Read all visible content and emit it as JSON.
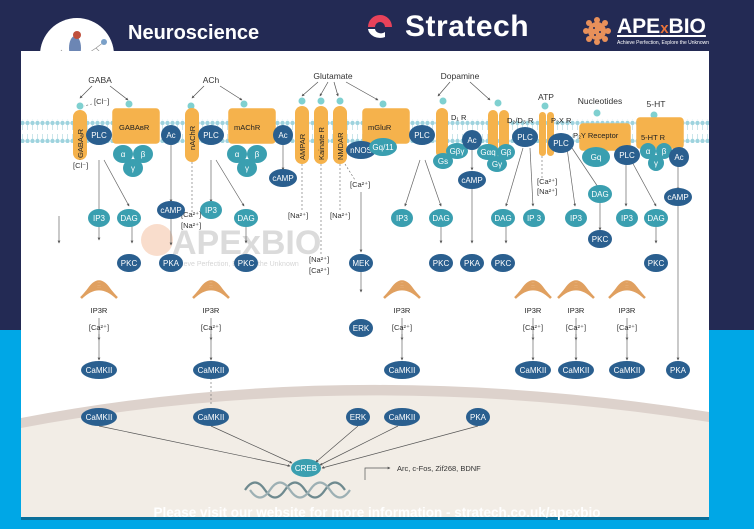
{
  "header": {
    "title": "Neuroscience",
    "brand": "Stratech",
    "partner": {
      "name_a": "APE",
      "name_x": "x",
      "name_b": "BIO",
      "tagline": "Achieve Perfection, Explore the Unknown"
    }
  },
  "footer": {
    "text": "Please visit our website for more information - stratech.co.uk/apexbio"
  },
  "colors": {
    "navy": "#232a54",
    "cyan": "#00a7e6",
    "dark_node": "#2a5f8f",
    "teal_node": "#3a9fb0",
    "receptor": "#f5b24c",
    "brand_red": "#e8425a"
  },
  "ligands": {
    "gaba": "GABA",
    "ach": "ACh",
    "glutamate": "Glutamate",
    "dopamine": "Dopamine",
    "atp": "ATP",
    "nucleotides": "Nucleotides",
    "serotonin": "5-HT"
  },
  "receptors": {
    "gabaa": "GABAₐR",
    "gabab": "GABAʙR",
    "nachr": "nAChR",
    "machr": "mAChR",
    "ampar": "AMPAR",
    "kainate": "Kainate R",
    "nmdar": "NMDAR",
    "mglur": "mGluR",
    "d1": "D₁ R",
    "d2": "D₂/D₃ R",
    "p2x": "P₂X R",
    "p2y": "P₂Y Receptor",
    "ht": "5-HT R"
  },
  "ions": {
    "cl": "[Cl⁻]",
    "ca": "[Ca²⁺]",
    "na": "[Na²⁺]"
  },
  "nodes": {
    "plc": "PLC",
    "ac": "Ac",
    "alpha": "α",
    "beta": "β",
    "gamma": "γ",
    "camp": "cAMP",
    "ip3": "IP3",
    "ip3s": "IP 3",
    "dag": "DAG",
    "pkc": "PKC",
    "pka": "PKA",
    "ip3r": "IP3R",
    "camkii": "CaMKII",
    "nnos": "nNOS",
    "gq11": "Gq/11",
    "gs": "Gs",
    "gbg": "Gβγ",
    "gaq": "Gαq",
    "gb": "Gβ",
    "gy": "Gγ",
    "gq": "Gq",
    "mek": "MEK",
    "erk": "ERK",
    "creb": "CREB"
  },
  "targets": "Arc, c-Fos, Zif268, BDNF",
  "watermark": {
    "name": "APExBIO",
    "tagline": "Achieve Perfection, Explore the Unknown"
  }
}
